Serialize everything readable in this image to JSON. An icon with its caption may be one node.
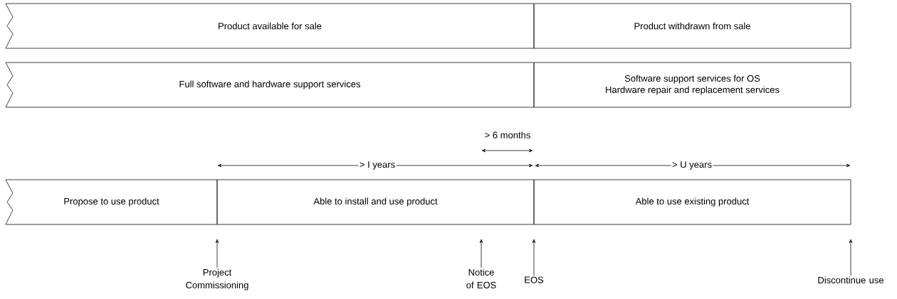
{
  "diagram": {
    "nodes": [
      {
        "text": [
          "Product available for sale"
        ]
      },
      {
        "text": [
          "Product withdrawn from sale"
        ]
      },
      {
        "text": [
          "Full software and hardware support services"
        ]
      },
      {
        "text": [
          "Software support services for OS",
          "Hardware repair and replacement services"
        ]
      },
      {
        "text": [
          "Propose to use product"
        ]
      },
      {
        "text": [
          "Able to install and use product"
        ]
      },
      {
        "text": [
          "Able to use existing product"
        ]
      },
      {
        "text": [
          "Project Commissioning"
        ]
      },
      {
        "text": [
          "Notice of EOS"
        ]
      },
      {
        "text": [
          "EOS"
        ]
      },
      {
        "text": [
          "Discontinue use"
        ]
      }
    ],
    "edges": [
      {
        "from": 7,
        "to": null,
        "arrow": "to"
      },
      {
        "from": 8,
        "to": null,
        "arrow": "to"
      },
      {
        "from": 9,
        "to": null,
        "arrow": "to"
      },
      {
        "from": 10,
        "to": null,
        "arrow": "to"
      }
    ],
    "labels": [
      "> 6 months",
      "> I years",
      "> U years"
    ]
  }
}
